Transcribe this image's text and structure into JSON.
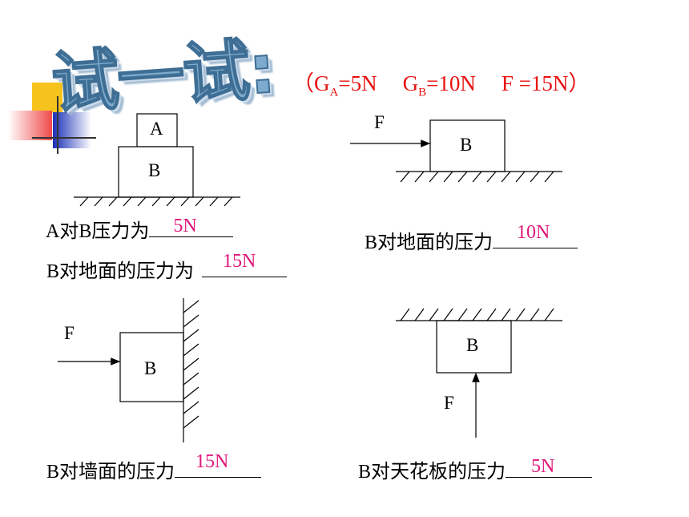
{
  "title": "试一试:",
  "given": {
    "open": "（G",
    "ga_sub": "A",
    "ga_val": "=5N",
    "gb_pre": "G",
    "gb_sub": "B",
    "gb_val": "=10N",
    "f_text": "F =15N）"
  },
  "fig1": {
    "block_a": "A",
    "block_b": "B",
    "q1": "A对B压力为",
    "a1": "5N",
    "q2": "B对地面的压力为",
    "a2": "15N"
  },
  "fig2": {
    "force": "F",
    "block": "B",
    "q": "B对地面的压力",
    "a": "10N"
  },
  "fig3": {
    "force": "F",
    "block": "B",
    "q": "B对墙面的压力",
    "a": "15N"
  },
  "fig4": {
    "force": "F",
    "block": "B",
    "q": "B对天花板的压力",
    "a": "5N"
  },
  "colors": {
    "answer": "#e0177a",
    "given": "#e8110f",
    "title": "#6fa2c8"
  }
}
